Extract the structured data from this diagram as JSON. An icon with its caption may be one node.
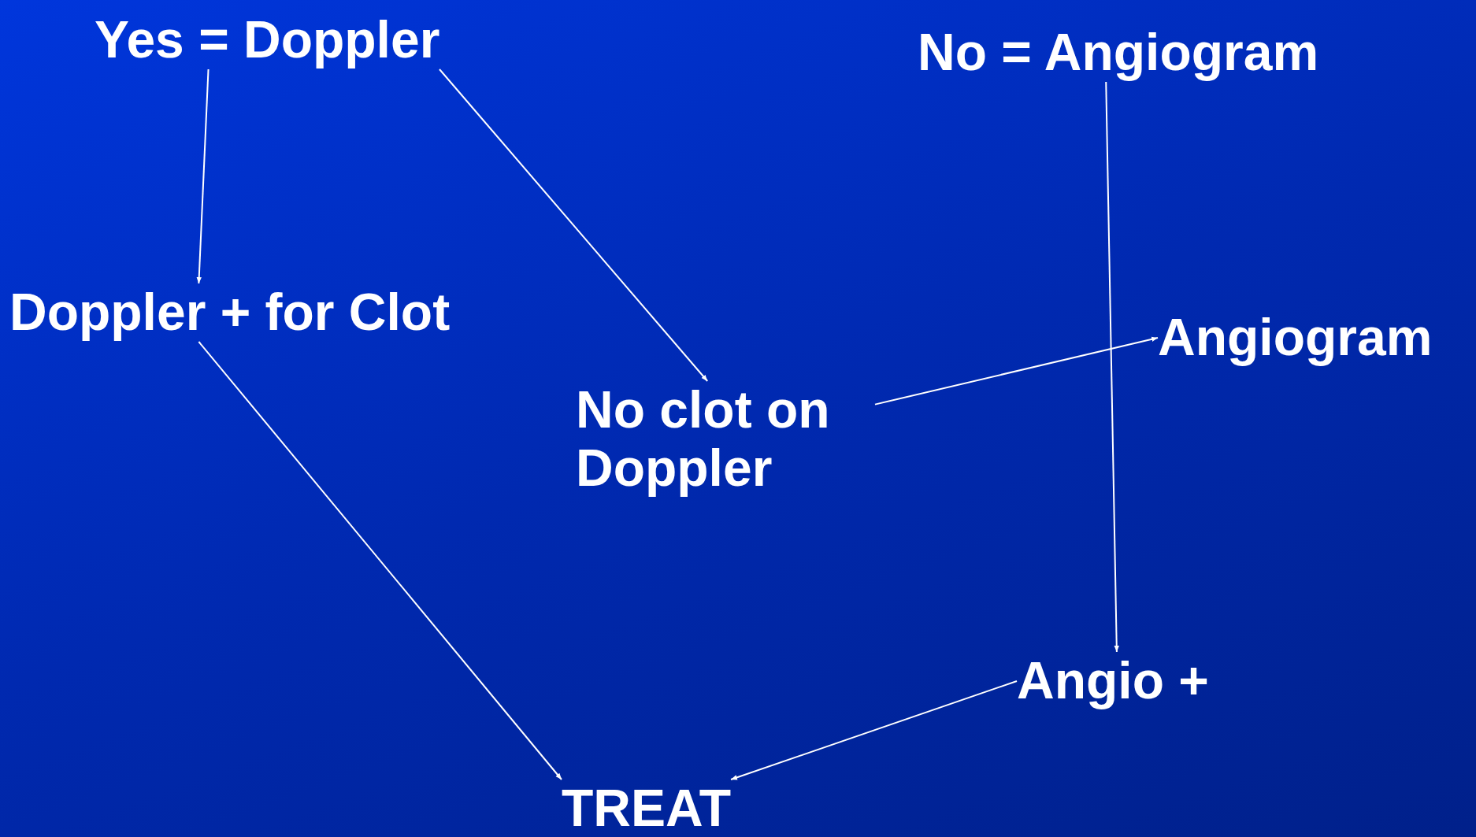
{
  "diagram": {
    "nodes": [
      {
        "text": [
          "Yes = Doppler"
        ]
      },
      {
        "text": [
          "No = Angiogram"
        ]
      },
      {
        "text": [
          "Doppler + for Clot"
        ]
      },
      {
        "text": [
          "Angiogram"
        ]
      },
      {
        "text": [
          "No clot on Doppler"
        ]
      },
      {
        "text": [
          "Angio +"
        ]
      },
      {
        "text": [
          "TREAT"
        ]
      }
    ],
    "edges": [
      {
        "from": 0,
        "to": 2,
        "arrow": "to"
      },
      {
        "from": 0,
        "to": 4,
        "arrow": "to"
      },
      {
        "from": 1,
        "to": 5,
        "arrow": "to"
      },
      {
        "from": 4,
        "to": 3,
        "arrow": "to"
      },
      {
        "from": 2,
        "to": 6,
        "arrow": "to"
      },
      {
        "from": 5,
        "to": 6,
        "arrow": "to"
      }
    ]
  }
}
